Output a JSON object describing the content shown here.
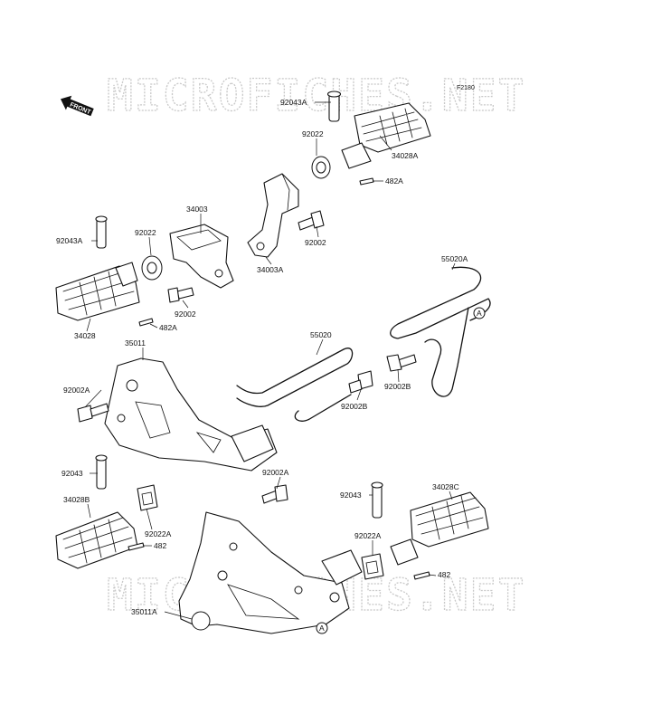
{
  "figure_code": "F2180",
  "watermark": "MICROFICHES.NET",
  "front_label": "FRONT",
  "ref_mark": "A",
  "part_labels": {
    "p92043A_top": "92043A",
    "p92022_top": "92022",
    "p34028A": "34028A",
    "p482A_top": "482A",
    "p34003": "34003",
    "p92002_upper": "92002",
    "p34003A": "34003A",
    "p92043A_left": "92043A",
    "p92022_left": "92022",
    "p92002_mid": "92002",
    "p482A_left": "482A",
    "p34028": "34028",
    "p55020A": "55020A",
    "p35011": "35011",
    "p55020": "55020",
    "p92002A_left": "92002A",
    "p92002B_mid": "92002B",
    "p92002B_right": "92002B",
    "p92043_left": "92043",
    "p92002A_center": "92002A",
    "p34028B": "34028B",
    "p92022A_left": "92022A",
    "p482_left": "482",
    "p92043_right": "92043",
    "p34028C": "34028C",
    "p92022A_right": "92022A",
    "p482_right": "482",
    "p35011A": "35011A"
  }
}
